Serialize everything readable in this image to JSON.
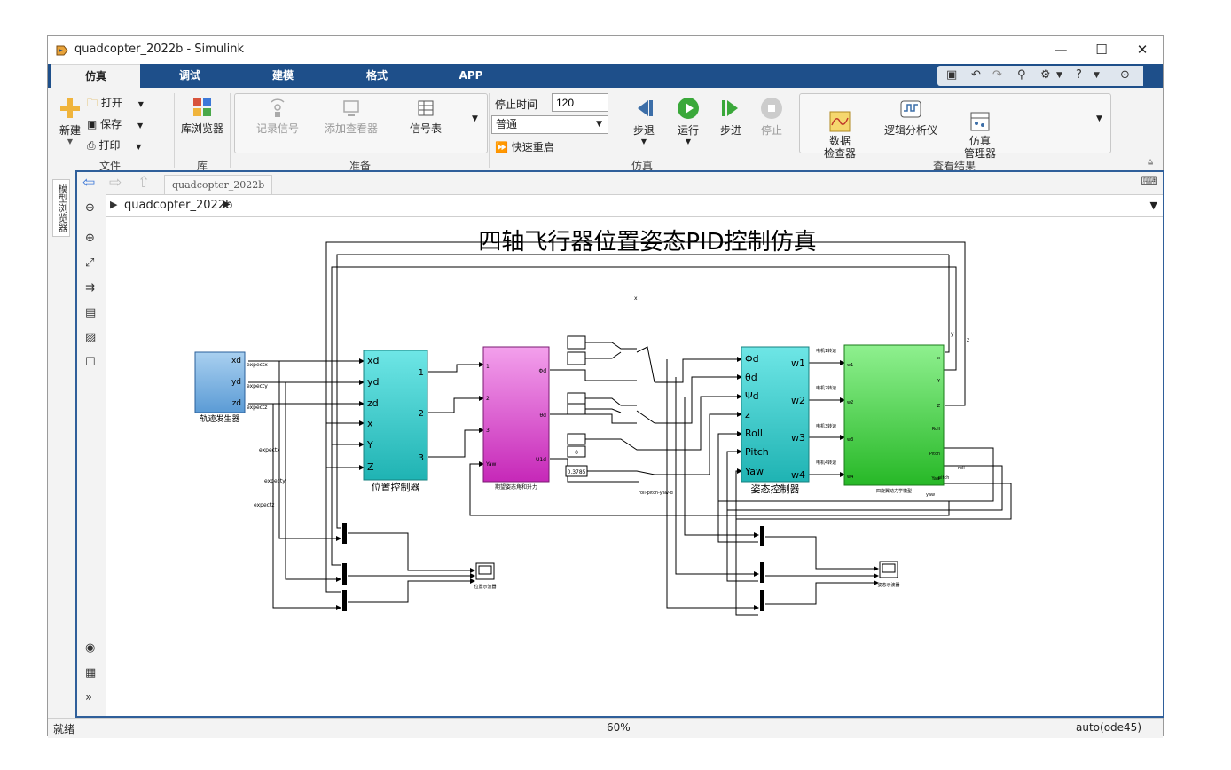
{
  "window": {
    "title": "quadcopter_2022b - Simulink",
    "minimize": "—",
    "maximize": "☐",
    "close": "✕"
  },
  "tabs": [
    {
      "label": "仿真"
    },
    {
      "label": "调试"
    },
    {
      "label": "建模"
    },
    {
      "label": "格式"
    },
    {
      "label": "APP"
    }
  ],
  "ribbon": {
    "file": {
      "new": "新建",
      "open": "打开",
      "save": "保存",
      "print": "打印",
      "group": "文件"
    },
    "library": {
      "browser": "库浏览器",
      "group": "库"
    },
    "prepare": {
      "log_signals": "记录信号",
      "add_viewer": "添加查看器",
      "signal_table": "信号表",
      "group": "准备"
    },
    "simulate": {
      "stop_time_label": "停止时间",
      "stop_time_value": "120",
      "mode": "普通",
      "fast_restart": "快速重启",
      "step_back": "步退",
      "run": "运行",
      "step_forward": "步进",
      "stop": "停止",
      "group": "仿真"
    },
    "review": {
      "data_inspector": "数据\n检查器",
      "logic_analyzer": "逻辑分析仪",
      "sim_manager": "仿真\n管理器",
      "group": "查看结果"
    }
  },
  "sidebar": {
    "model_browser": "模型浏览器"
  },
  "nav": {
    "breadcrumb_tab": "quadcopter_2022b",
    "address": "quadcopter_2022b"
  },
  "diagram": {
    "title": "四轴飞行器位置姿态PID控制仿真",
    "traj_block": {
      "name": "轨迹发生器",
      "ports": [
        "xd",
        "yd",
        "zd"
      ]
    },
    "pos_ctrl": {
      "name": "位置控制器",
      "in_ports": [
        "xd",
        "yd",
        "zd",
        "x",
        "Y",
        "Z"
      ],
      "out_ports": [
        "1",
        "2",
        "3"
      ]
    },
    "desired_block": {
      "name": "期望姿态角和升力",
      "in_ports": [
        "1",
        "2",
        "3",
        "Yaw"
      ],
      "out_ports": [
        "Φd",
        "θd",
        "U1d"
      ]
    },
    "att_ctrl": {
      "name": "姿态控制器",
      "in_ports": [
        "Φd",
        "θd",
        "Ψd",
        "z",
        "Roll",
        "Pitch",
        "Yaw"
      ],
      "out_ports": [
        "w1",
        "w2",
        "w3",
        "w4"
      ]
    },
    "dynamics": {
      "name": "四旋翼动力学模型",
      "in_ports": [
        "w1",
        "w2",
        "w3",
        "w4"
      ],
      "out_ports": [
        "x",
        "Y",
        "Z",
        "Roll",
        "Pitch",
        "Yaw"
      ]
    },
    "signals": {
      "expectx": "expectx",
      "expecty": "expecty",
      "expectz": "expectz",
      "x": "x",
      "y": "y",
      "z": "z",
      "roll": "roll",
      "pitch": "pitch",
      "yaw": "yaw",
      "motor1": "电机1转速",
      "motor2": "电机2转速",
      "motor3": "电机3转速",
      "motor4": "电机4转速",
      "rpy_d": "roll-pitch-yaw-d"
    },
    "constants": [
      "0",
      "0.3785"
    ],
    "scope_pos": "位置示波器",
    "scope_att": "姿态示波器"
  },
  "status": {
    "left": "就绪",
    "zoom": "60%",
    "solver": "auto(ode45)"
  },
  "colors": {
    "tabbar": "#1e4f8a",
    "cyan_block": "#33cccc",
    "magenta_block": "#dd44cc",
    "green_block": "#33cc44",
    "traj_block": "#6aa8dd"
  }
}
